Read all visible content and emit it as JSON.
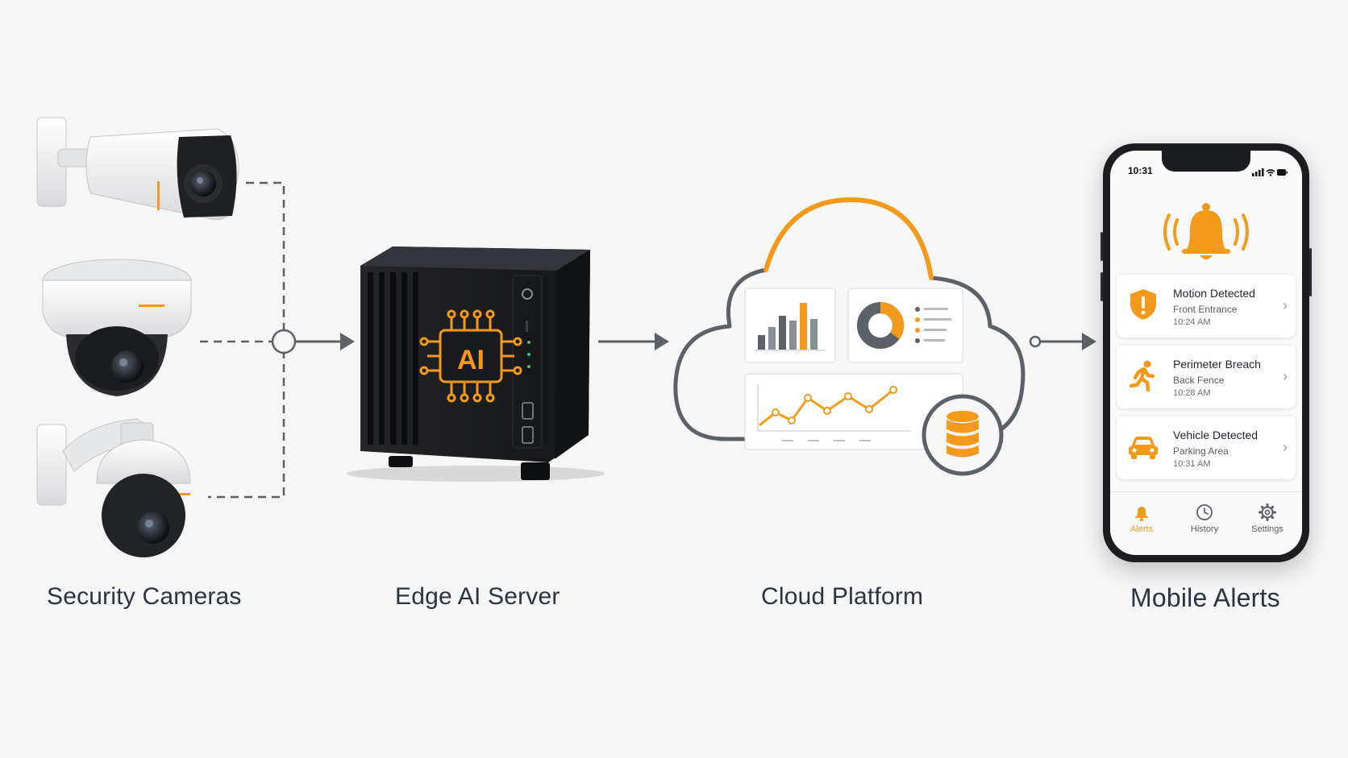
{
  "stages": {
    "cameras": "Security Cameras",
    "edge": "Edge AI Server",
    "cloud": "Cloud Platform",
    "mobile": "Mobile Alerts"
  },
  "server": {
    "chip_text": "AI"
  },
  "phone": {
    "time": "10:31",
    "alerts": [
      {
        "title": "Motion Detected",
        "location": "Front Entrance",
        "time": "10:24 AM",
        "icon": "shield-alert-icon"
      },
      {
        "title": "Perimeter Breach",
        "location": "Back Fence",
        "time": "10:28 AM",
        "icon": "running-person-icon"
      },
      {
        "title": "Vehicle Detected",
        "location": "Parking Area",
        "time": "10:31 AM",
        "icon": "car-icon"
      }
    ],
    "tabs": [
      {
        "label": "Alerts",
        "icon": "bell-icon"
      },
      {
        "label": "History",
        "icon": "clock-icon"
      },
      {
        "label": "Settings",
        "icon": "gear-icon"
      }
    ]
  },
  "colors": {
    "accent": "#f39a1c",
    "dark": "#1f2023",
    "line": "#5c6168",
    "gray": "#8a8f95"
  }
}
